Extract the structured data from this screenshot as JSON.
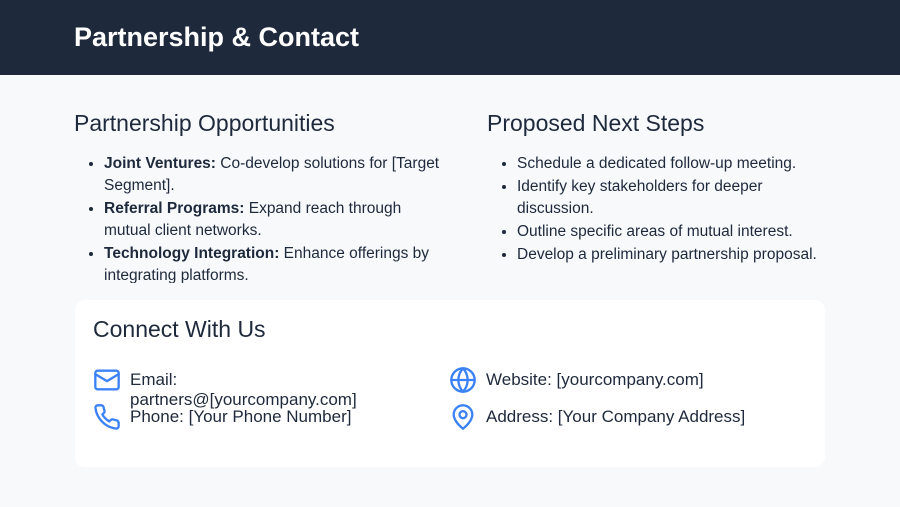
{
  "header": {
    "title": "Partnership & Contact"
  },
  "opportunities": {
    "title": "Partnership Opportunities",
    "items": [
      {
        "label": "Joint Ventures:",
        "text": " Co-develop solutions for [Target Segment]."
      },
      {
        "label": "Referral Programs:",
        "text": " Expand reach through mutual client networks."
      },
      {
        "label": "Technology Integration:",
        "text": " Enhance offerings by integrating platforms."
      }
    ]
  },
  "next_steps": {
    "title": "Proposed Next Steps",
    "items": [
      "Schedule a dedicated follow-up meeting.",
      "Identify key stakeholders for deeper discussion.",
      "Outline specific areas of mutual interest.",
      "Develop a preliminary partnership proposal."
    ]
  },
  "connect": {
    "title": "Connect With Us",
    "email": "Email: partners@[yourcompany.com]",
    "phone": "Phone: [Your Phone Number]",
    "website": "Website: [yourcompany.com]",
    "address": "Address: [Your Company Address]",
    "icon_color": "#3b82f6"
  }
}
